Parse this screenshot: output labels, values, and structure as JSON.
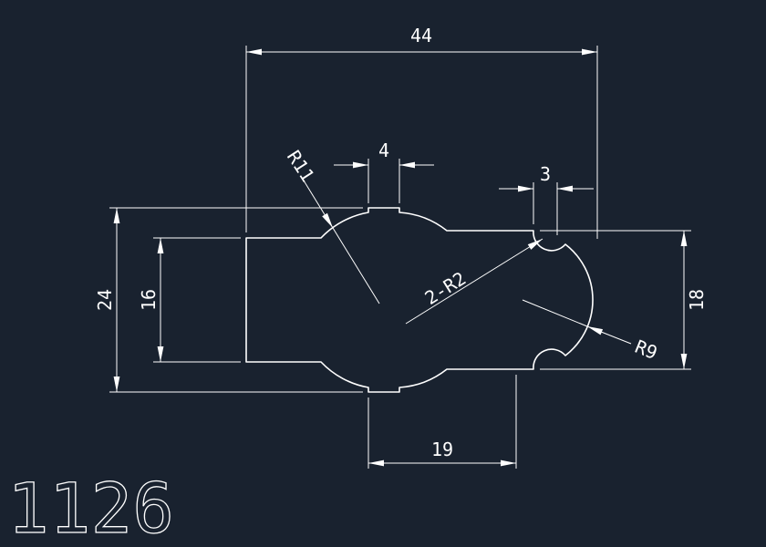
{
  "colors": {
    "background": "#19222f",
    "line": "#ffffff"
  },
  "title_block": {
    "drawing_number": "1126"
  },
  "dimensions": {
    "overall_width": "44",
    "overall_height": "24",
    "slot_height": "16",
    "right_height": "18",
    "tab_width": "4",
    "notch_width": "3",
    "bottom_span": "19",
    "hump_radius": "R11",
    "fillet_radius": "2-R2",
    "end_radius": "R9"
  }
}
